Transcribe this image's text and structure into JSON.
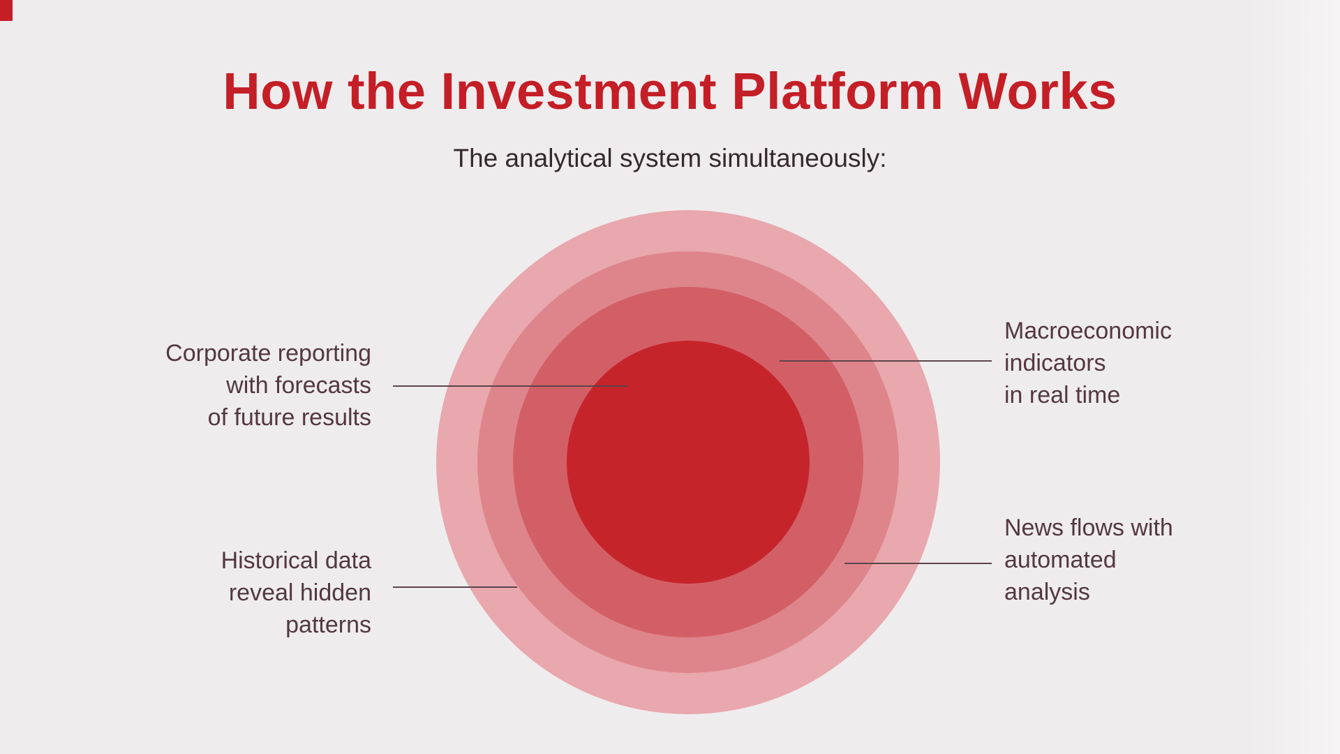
{
  "title": "How the Investment Platform Works",
  "subtitle": "The analytical system simultaneously:",
  "labels": {
    "corporate": "Corporate reporting\nwith forecasts\nof future results",
    "historical": "Historical data\nreveal hidden\npatterns",
    "macro": "Macroeconomic\nindicators\nin real time",
    "news": "News flows with\nautomated\nanalysis"
  },
  "colors": {
    "title": "#c41e26",
    "subtitle": "#342a2e",
    "label_text": "#52383f",
    "background": "#efecee",
    "connector": "#5c444a",
    "accent_mark": "#c41e26",
    "rings": [
      "#e8a8ad",
      "#de858c",
      "#d35f66",
      "#c6242b"
    ]
  }
}
